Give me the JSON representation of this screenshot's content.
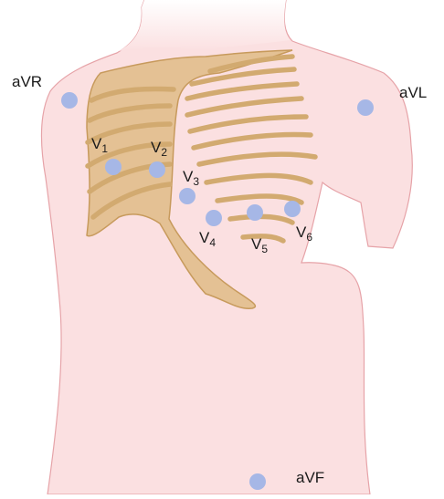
{
  "diagram": {
    "colors": {
      "skin": "#fbe0e1",
      "skin_outline": "#e6a3a8",
      "bone_fill": "#e3bf8f",
      "bone_outline": "#c79a5c",
      "electrode": "#a6b7e6"
    },
    "limb_leads": {
      "avr": "aVR",
      "avl": "aVL",
      "avf": "aVF"
    },
    "chest_leads": {
      "v1": {
        "letter": "V",
        "index": "1"
      },
      "v2": {
        "letter": "V",
        "index": "2"
      },
      "v3": {
        "letter": "V",
        "index": "3"
      },
      "v4": {
        "letter": "V",
        "index": "4"
      },
      "v5": {
        "letter": "V",
        "index": "5"
      },
      "v6": {
        "letter": "V",
        "index": "6"
      }
    }
  }
}
